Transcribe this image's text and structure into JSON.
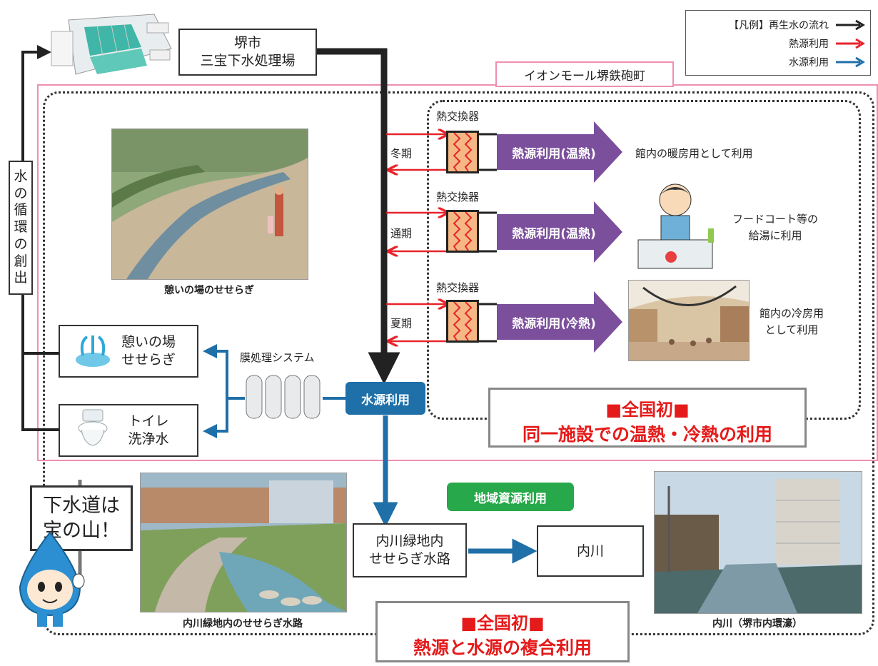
{
  "legend": {
    "title": "【凡例】",
    "items": [
      {
        "label": "再生水の流れ",
        "color": "#222222"
      },
      {
        "label": "熱源利用",
        "color": "#e8232b"
      },
      {
        "label": "水源利用",
        "color": "#1f6fa8"
      }
    ]
  },
  "plant": {
    "label": "堺市\n三宝下水処理場"
  },
  "aeon_label": "イオンモール堺鉄砲町",
  "water_cycle_label": "水\nの\n循\n環\nの\n創\n出",
  "heat_exchanger_label": "熱交換器",
  "seasons": [
    {
      "season": "冬期",
      "use": "熱源利用(温熱)",
      "text": "館内の暖房用として利用"
    },
    {
      "season": "通期",
      "use": "熱源利用(温熱)",
      "text": "フードコート等の\n給湯に利用"
    },
    {
      "season": "夏期",
      "use": "熱源利用(冷熱)",
      "text": "館内の冷房用\nとして利用"
    }
  ],
  "photos": {
    "stream_caption": "憩いの場のせせらぎ",
    "uchikawa_greenway_caption": "内川緑地内のせせらぎ水路",
    "uchikawa_river_caption": "内川（堺市内環濠）"
  },
  "facilities": {
    "relax_stream": "憩いの場\nせせらぎ",
    "toilet": "トイレ\n洗浄水"
  },
  "membrane_label": "膜処理システム",
  "water_source_button": "水源利用",
  "regional_button": "地域資源利用",
  "greenway_box": "内川緑地内\nせせらぎ水路",
  "river_box": "内川",
  "first_in_nation_1": {
    "title": "■全国初■",
    "text": "同一施設での温熱・冷熱の利用"
  },
  "first_in_nation_2": {
    "title": "■全国初■",
    "text": "熱源と水源の複合利用"
  },
  "mascot_sign": "下水道は\n宝の山！"
}
